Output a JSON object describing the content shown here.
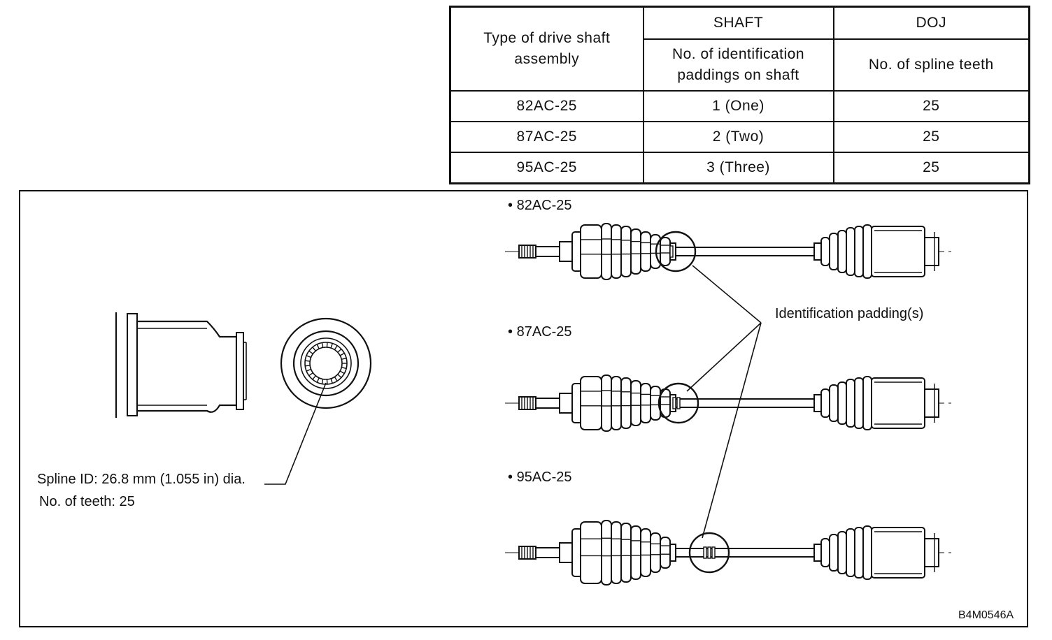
{
  "table": {
    "header_type": "Type of drive shaft\nassembly",
    "header_shaft": "SHAFT",
    "header_doj": "DOJ",
    "sub_shaft": "No. of identification\npaddings on shaft",
    "sub_doj": "No. of spline teeth",
    "rows": [
      {
        "type": "82AC-25",
        "paddings": "1 (One)",
        "teeth": "25"
      },
      {
        "type": "87AC-25",
        "paddings": "2 (Two)",
        "teeth": "25"
      },
      {
        "type": "95AC-25",
        "paddings": "3 (Three)",
        "teeth": "25"
      }
    ]
  },
  "diagram": {
    "shaft_labels": [
      "82AC-25",
      "87AC-25",
      "95AC-25"
    ],
    "bullet": "•",
    "callout": "Identification\npadding(s)",
    "spline_id": "Spline ID: 26.8 mm (1.055 in) dia.",
    "teeth_count": "No. of teeth: 25",
    "figure_code": "B4M0546A"
  }
}
